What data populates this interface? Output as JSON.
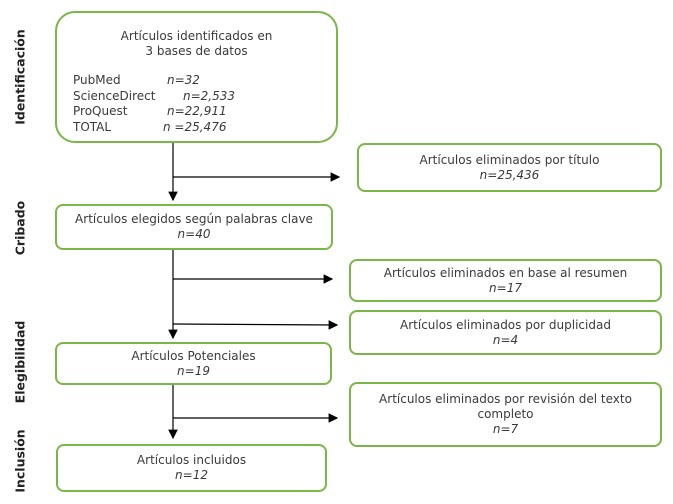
{
  "stages": {
    "identification": "Identificación",
    "screening": "Cribado",
    "eligibility": "Elegibilidad",
    "inclusion": "Inclusión"
  },
  "identified": {
    "title_line1": "Artículos identificados en",
    "title_line2": "3 bases de datos",
    "sources": [
      {
        "name": "PubMed",
        "n": "n=32"
      },
      {
        "name": "ScienceDirect",
        "n": "n=2,533"
      },
      {
        "name": "ProQuest",
        "n": "n=22,911"
      },
      {
        "name": "TOTAL",
        "n": "n =25,476"
      }
    ]
  },
  "removed_title": {
    "label": "Artículos eliminados por título",
    "n": "n=25,436"
  },
  "keywords": {
    "label": "Artículos elegidos según palabras clave",
    "n": "n=40"
  },
  "removed_abstract": {
    "label": "Artículos eliminados en base al resumen",
    "n": "n=17"
  },
  "removed_duplicates": {
    "label": "Artículos eliminados por duplicidad",
    "n": "n=4"
  },
  "potential": {
    "label": "Artículos Potenciales",
    "n": "n=19"
  },
  "removed_fulltext": {
    "label": "Artículos eliminados por revisión del texto completo",
    "n": "n=7"
  },
  "included": {
    "label": "Artículos incluidos",
    "n": "n=12"
  },
  "colors": {
    "border": "#7ab648",
    "line": "#000000"
  }
}
